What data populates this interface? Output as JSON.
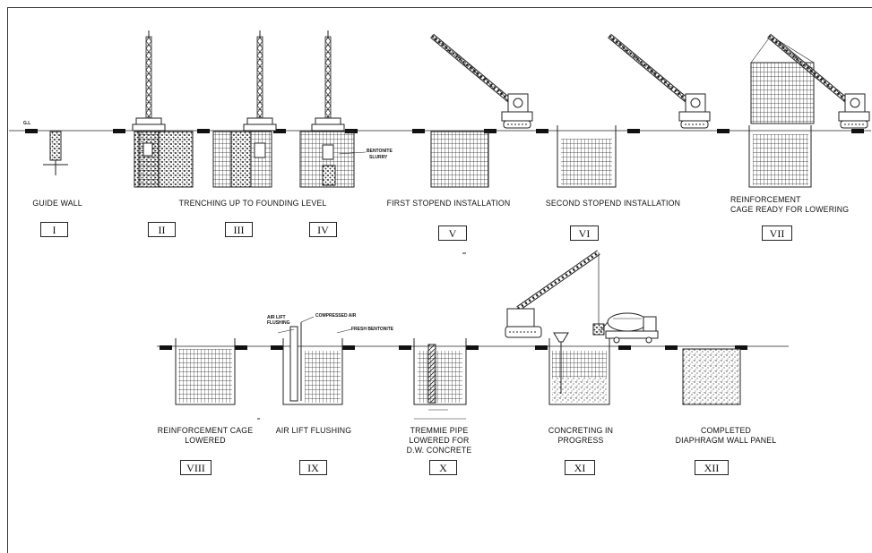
{
  "ground_level_label": "G.L",
  "row1": {
    "captions": {
      "guide_wall": "GUIDE WALL",
      "trenching": "TRENCHING  UP TO FOUNDING LEVEL",
      "first_stopend": "FIRST STOPEND INSTALLATION",
      "second_stopend": "SECOND STOPEND INSTALLATION",
      "reinf_cage_ready_1": "REINFORCEMENT",
      "reinf_cage_ready_2": "CAGE READY FOR LOWERING"
    },
    "callouts": {
      "bentonite_slurry_1": "BENTONITE",
      "bentonite_slurry_2": "SLURRY"
    },
    "stages": [
      "I",
      "II",
      "III",
      "IV",
      "V",
      "VI",
      "VII"
    ]
  },
  "row2": {
    "captions": {
      "cage_lowered_1": "REINFORCEMENT CAGE",
      "cage_lowered_2": "LOWERED",
      "air_lift": "AIR LIFT FLUSHING",
      "tremmie_1": "TREMMIE PIPE",
      "tremmie_2": "LOWERED FOR",
      "tremmie_3": "D.W. CONCRETE",
      "concreting_1": "CONCRETING IN",
      "concreting_2": "PROGRESS",
      "completed_1": "COMPLETED",
      "completed_2": "DIAPHRAGM WALL PANEL"
    },
    "callouts": {
      "air_lift_1": "AIR LIFT",
      "air_lift_2": "FLUSHING",
      "compressed_air": "COMPRESSED AIR",
      "fresh_bentonite": "FRESH BENTONITE"
    },
    "stages": [
      "VIII",
      "IX",
      "X",
      "XI",
      "XII"
    ]
  }
}
